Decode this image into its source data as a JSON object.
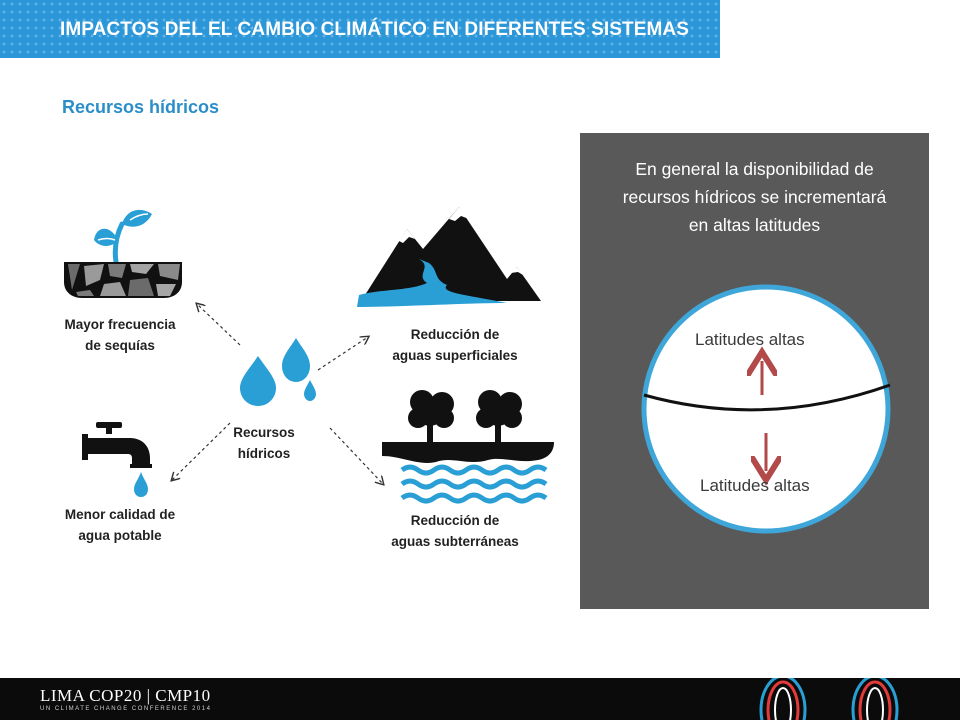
{
  "header": {
    "title": "IMPACTOS DEL EL CAMBIO CLIMÁTICO EN DIFERENTES SISTEMAS"
  },
  "section": {
    "title": "Recursos hídricos"
  },
  "diagram": {
    "center_label": [
      "Recursos",
      "hídricos"
    ],
    "drought_label": [
      "Mayor frecuencia",
      "de sequías"
    ],
    "surface_water_label": [
      "Reducción de",
      "aguas superficiales"
    ],
    "drinking_water_label": [
      "Menor calidad de",
      "agua potable"
    ],
    "groundwater_label": [
      "Reducción de",
      "aguas subterráneas"
    ]
  },
  "panel": {
    "text": [
      "En general la disponibilidad de",
      "recursos hídricos se incrementará",
      "en altas latitudes"
    ],
    "globe_top_label": "Latitudes altas",
    "globe_bottom_label": "Latitudes altas"
  },
  "footer": {
    "main": "LIMA COP20 | CMP10",
    "sub": "UN CLIMATE CHANGE CONFERENCE 2014"
  },
  "colors": {
    "header_blue": "#2b97d9",
    "water_blue": "#2a9fd6",
    "panel_gray": "#595959",
    "globe_outline": "#3ea6d8",
    "arrow_red": "#b24a4a"
  }
}
